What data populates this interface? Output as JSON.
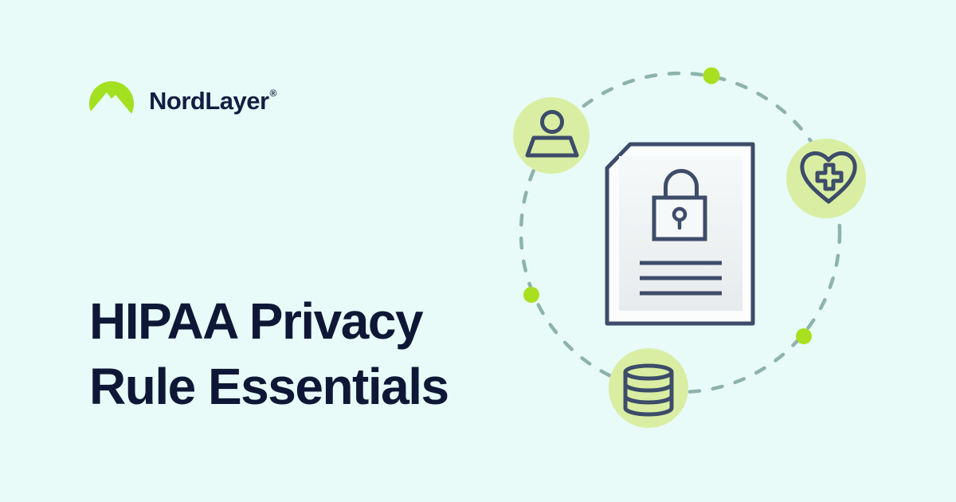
{
  "banner": {
    "background_color": "#e8fbf9",
    "logo": {
      "brand_name": "NordLayer",
      "registered_mark": "®",
      "icon_name": "nord-mountain-logo-icon",
      "icon_color": "#a3e01f",
      "text_color": "#141d42"
    },
    "headline": {
      "line1": "HIPAA Privacy",
      "line2": "Rule Essentials",
      "color": "#0f1736"
    },
    "illustration": {
      "name": "hipaa-protected-document-illustration",
      "center_icon": "locked-document-icon",
      "document_lines_count": 3,
      "orbit_icons": [
        {
          "name": "person-icon",
          "position": "top-left"
        },
        {
          "name": "heart-medical-cross-icon",
          "position": "right"
        },
        {
          "name": "database-icon",
          "position": "bottom"
        }
      ],
      "orbit_dots_count": 3,
      "colors": {
        "badge_green": "#d9eea2",
        "dot_green": "#a8e01f",
        "dashed_ring": "#8db3ac",
        "stroke_navy": "#3d4c6a",
        "page_fill": "#fbfdfd",
        "page_panel_top": "#f6f9f9",
        "page_panel_bottom": "#e7ebed"
      }
    }
  }
}
